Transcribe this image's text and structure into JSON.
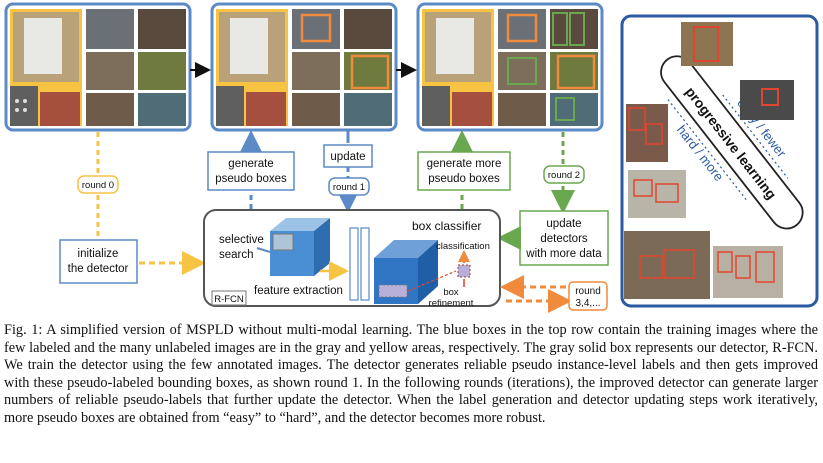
{
  "figure": {
    "labels": {
      "initialize": [
        "initialize",
        "the detector"
      ],
      "round0": "round 0",
      "generate": [
        "generate",
        "pseudo boxes"
      ],
      "update": "update",
      "round1": "round 1",
      "generate_more": [
        "generate more",
        "pseudo boxes"
      ],
      "round2": "round 2",
      "update_detectors": [
        "update",
        "detectors",
        "with more data"
      ],
      "round_n": [
        "round",
        "3,4,..."
      ],
      "box_classifier": "box classifier",
      "classification": "classification",
      "box_refinement": [
        "box",
        "refinement"
      ],
      "selective_search": [
        "selective",
        "search"
      ],
      "feature_extraction": "feature extraction",
      "rfcn": "R-FCN",
      "easy_fewer": "easy / fewer",
      "progressive_learning": "progressive learning",
      "hard_more": "hard / more"
    },
    "colors": {
      "blue": "#5b8ac6",
      "yellow": "#f6c343",
      "green": "#6aa84f",
      "orange": "#f08a3c",
      "gray": "#888888",
      "pseudo_red": "#e2452f"
    }
  },
  "caption": {
    "label": "Fig. 1:",
    "text": "A simplified version of MSPLD without multi-modal learning. The blue boxes in the top row contain the training images where the few labeled and the many unlabeled images are in the gray and yellow areas, respectively. The gray solid box represents our detector, R-FCN. We train the detector using the few annotated images. The detector generates reliable pseudo instance-level labels and then gets improved with these pseudo-labeled bounding boxes, as shown round 1. In the following rounds (iterations), the improved detector can generate larger numbers of reliable pseudo-labels that further update the detector. When the label generation and detector updating steps work iteratively, more pseudo boxes are obtained from “easy” to “hard”, and the detector becomes more robust."
  }
}
